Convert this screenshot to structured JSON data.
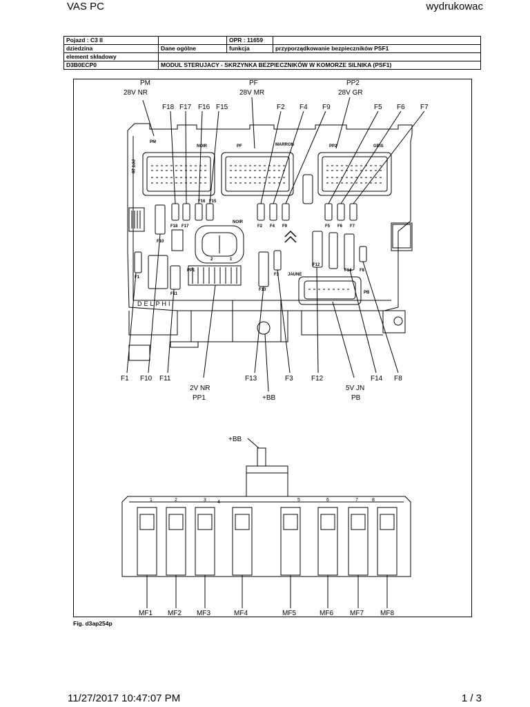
{
  "header": {
    "left": "VAS PC",
    "right": "wydrukowac"
  },
  "info": {
    "r1c1": "Pojazd : C3 II",
    "r1c3": "OPR : 11659",
    "r2c1": "dziedzina",
    "r2c2": "Dane ogólne",
    "r2c3": "funkcja",
    "r2c4": "przyporządkowanie bezpieczników PSF1",
    "r3c1": "element składowy",
    "r4c1": "D3B0ECP0",
    "r4c2": "MODUL STERUJACY - SKRZYNKA BEZPIECZNIKÓW W KOMORZE SILNIKA (PSF1)"
  },
  "labels": {
    "pm": "PM",
    "pm_v": "28V NR",
    "pf": "PF",
    "pf_v": "28V MR",
    "pp2": "PP2",
    "pp2_v": "28V GR",
    "f18": "F18",
    "f17": "F17",
    "f16": "F16",
    "f15": "F15",
    "f2": "F2",
    "f4": "F4",
    "f9": "F9",
    "f5": "F5",
    "f6": "F6",
    "f7": "F7",
    "b_f1": "F1",
    "b_f10": "F10",
    "b_f11": "F11",
    "pp1_v": "2V NR",
    "pp1": "PP1",
    "b_f13": "F13",
    "bb": "+BB",
    "b_f3": "F3",
    "b_f12": "F12",
    "pb_v": "5V JN",
    "pb": "PB",
    "b_f14": "F14",
    "b_f8": "F8",
    "bb2": "+BB",
    "mf1": "MF1",
    "mf2": "MF2",
    "mf3": "MF3",
    "mf4": "MF4",
    "mf5": "MF5",
    "mf6": "MF6",
    "mf7": "MF7",
    "mf8": "MF8"
  },
  "inner": {
    "noir": "NOIR",
    "pf": "PF",
    "marron": "MARRON",
    "pp2": "PP2",
    "gris": "GRIS",
    "pm": "PM",
    "ppt": "PPT 20",
    "f16": "F16",
    "f15": "F15",
    "f18": "F18",
    "f17": "F17",
    "f2": "F2",
    "f4": "F4",
    "f9": "F9",
    "f5": "F5",
    "f6": "F6",
    "f7": "F7",
    "noir2": "NOIR",
    "f10": "F10",
    "f1": "F1",
    "pp1": "PP1",
    "f11": "F11",
    "f13": "F13",
    "f3": "F3",
    "f12": "F12",
    "f14": "F14",
    "f8": "F8",
    "jaune": "JAUNE",
    "pb": "PB",
    "delphi": "DELPHI",
    "n2": "2",
    "n1": "1"
  },
  "slots": {
    "s1": "1",
    "s2": "2",
    "s3": "3",
    "s4": "4",
    "s5": "5",
    "s6": "6",
    "s7": "7",
    "s8": "8"
  },
  "caption": "Fig. d3ap254p",
  "footer": {
    "left": "11/27/2017 10:47:07 PM",
    "right": "1 / 3"
  }
}
